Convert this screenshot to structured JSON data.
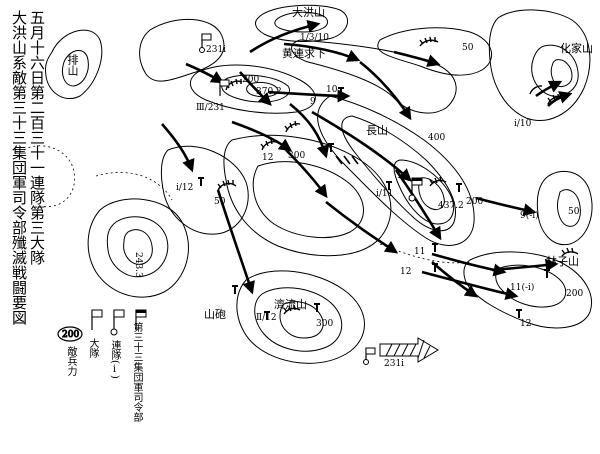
{
  "title": {
    "line1": "大洪山系敵第三十三集団軍司令部殲滅戦闘要図",
    "line2": "五月十六日第二百三十一連隊第三大隊"
  },
  "legend": {
    "enemy_strength_symbol": "200",
    "enemy_strength_label": "敵兵力",
    "battalion_label": "大隊",
    "regiment_label": "連隊(ⅰ)",
    "army_hq_label": "第三十三集団軍司令部"
  },
  "places": {
    "dahong_shan": "大洪山",
    "dahong_shan_note": "1/3/10",
    "huang_lian_qiu": "黄連求下",
    "pai_shan": "排山",
    "hua_jia_shan": "化家山",
    "chang_shan": "長山",
    "lin_zi_shan": "林子山",
    "qi_liu_shan": "濟流山",
    "shan_pao": "山砲"
  },
  "unit_labels": {
    "bn_231": "231i",
    "bn_231_roman": "Ⅲ/231",
    "u_10": "10",
    "u_9": "9",
    "u_12a": "12",
    "u_12b": "12",
    "u_12c": "12",
    "u_11a": "11",
    "u_11b": "11(-ⅰ)",
    "u_9b": "9(-ⅰ)",
    "u_i10": "ⅰ/10",
    "u_i11": "ⅰ/11",
    "u_i12": "ⅰ/12",
    "u_ii12": "Ⅱ/12",
    "u_231i": "231i"
  },
  "strengths": {
    "s50a": "50",
    "s50b": "50",
    "s50c": "50",
    "s200a": "200",
    "s200b": "200",
    "s200c": "200",
    "s300a": "300",
    "s300b": "300",
    "s400": "400"
  },
  "elevations": {
    "e370": "370.2",
    "e437": "437.2",
    "e243": "243.3"
  },
  "colors": {
    "ink": "#000000",
    "paper": "#ffffff"
  }
}
